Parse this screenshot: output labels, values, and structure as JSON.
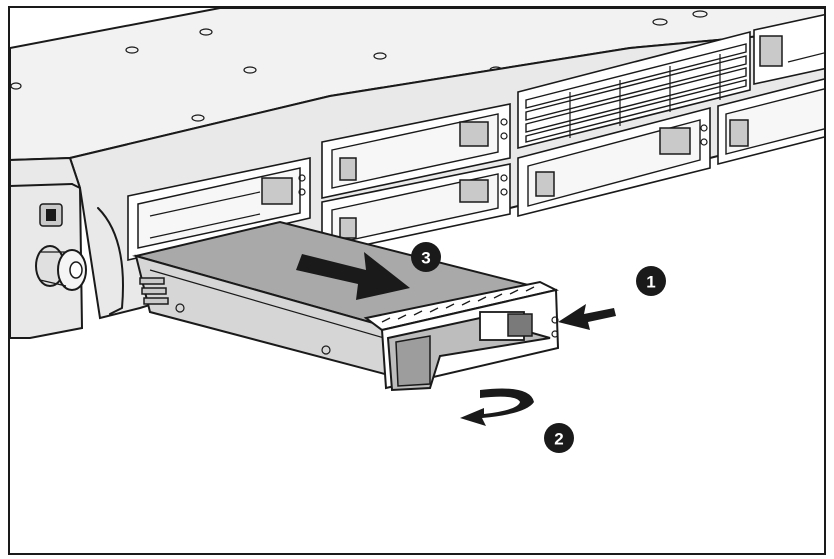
{
  "figure": {
    "callouts": [
      {
        "id": "1",
        "label": "1"
      },
      {
        "id": "2",
        "label": "2"
      },
      {
        "id": "3",
        "label": "3"
      }
    ],
    "colors": {
      "line": "#1a1a1a",
      "background": "#ffffff",
      "drive_top": "#a9a9a9",
      "chassis": "#f2f2f2"
    },
    "icons": [
      "server-chassis",
      "hard-drive-carrier",
      "push-arrow-icon",
      "rotate-arrow-icon",
      "slide-arrow-icon"
    ]
  }
}
